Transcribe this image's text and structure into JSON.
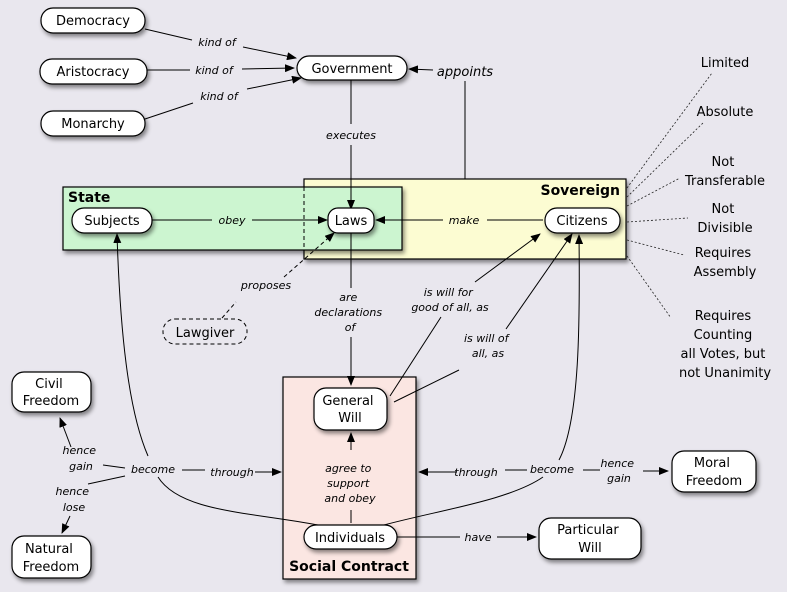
{
  "groups": {
    "state": {
      "title": "State",
      "fill": "#ccf5d0"
    },
    "sovereign": {
      "title": "Sovereign",
      "fill": "#fcfcd2"
    },
    "social_contract": {
      "title": "Social Contract",
      "fill": "#fbe6e2"
    }
  },
  "nodes": {
    "democracy": [
      "Democracy"
    ],
    "aristocracy": [
      "Aristocracy"
    ],
    "monarchy": [
      "Monarchy"
    ],
    "government": [
      "Government"
    ],
    "subjects": [
      "Subjects"
    ],
    "laws": [
      "Laws"
    ],
    "citizens": [
      "Citizens"
    ],
    "lawgiver": [
      "Lawgiver"
    ],
    "general_will": [
      "General",
      "Will"
    ],
    "individuals": [
      "Individuals"
    ],
    "civil_freedom": [
      "Civil",
      "Freedom"
    ],
    "natural_freedom": [
      "Natural",
      "Freedom"
    ],
    "moral_freedom": [
      "Moral",
      "Freedom"
    ],
    "particular_will": [
      "Particular",
      "Will"
    ]
  },
  "edge_labels": {
    "kind_of_1": [
      "kind of"
    ],
    "kind_of_2": [
      "kind of"
    ],
    "kind_of_3": [
      "kind of"
    ],
    "appoints": [
      "appoints"
    ],
    "executes": [
      "executes"
    ],
    "obey": [
      "obey"
    ],
    "make": [
      "make"
    ],
    "proposes": [
      "proposes"
    ],
    "are_declarations_of": [
      "are",
      "declarations",
      "of"
    ],
    "is_will_for_good": [
      "is will for",
      "good of all,  as"
    ],
    "is_will_of_all": [
      "is will of",
      "all, as"
    ],
    "agree": [
      "agree to",
      "support",
      "and obey"
    ],
    "become_left": [
      "become"
    ],
    "through_left": [
      "through"
    ],
    "hence_gain_left": [
      "hence",
      "gain"
    ],
    "hence_lose": [
      "hence",
      "lose"
    ],
    "become_right": [
      "become"
    ],
    "through_right": [
      "through"
    ],
    "hence_gain_right": [
      "hence",
      "gain"
    ],
    "have": [
      "have"
    ]
  },
  "sovereign_attributes": {
    "limited": [
      "Limited"
    ],
    "absolute": [
      "Absolute"
    ],
    "not_transferable": [
      "Not",
      "Transferable"
    ],
    "not_divisible": [
      "Not",
      "Divisible"
    ],
    "requires_assembly": [
      "Requires",
      "Assembly"
    ],
    "requires_counting": [
      "Requires",
      "Counting",
      "all Votes, but",
      "not Unanimity"
    ]
  }
}
